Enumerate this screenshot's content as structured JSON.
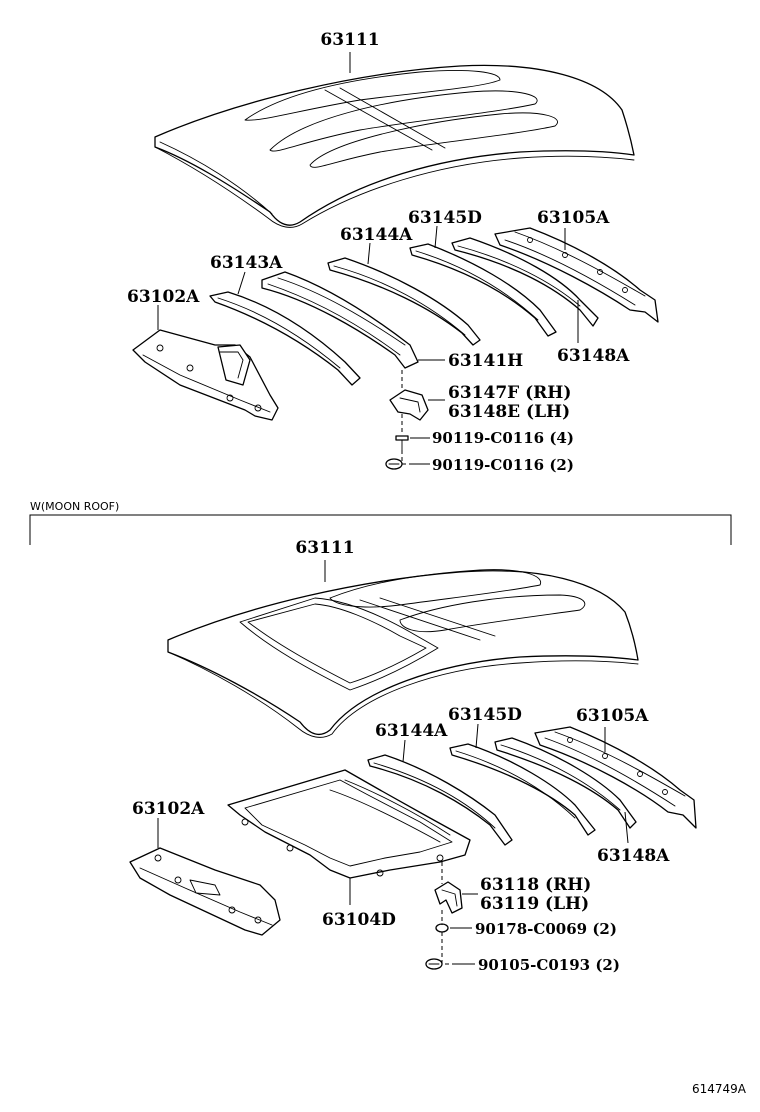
{
  "top": {
    "roof_panel": "63111",
    "rear_header": "63102A",
    "bow_1": "63143A",
    "bow_2": "63144A",
    "bow_3": "63145D",
    "front_header": "63105A",
    "bow_center": "63141H",
    "rail_side": "63148A",
    "bracket_rh": "63147F (RH)",
    "bracket_lh": "63148E (LH)",
    "screw_1": "90119-C0116 (4)",
    "screw_2": "90119-C0116 (2)"
  },
  "bottom": {
    "section_caption": "W(MOON ROOF)",
    "roof_panel": "63111",
    "rear_header": "63102A",
    "bow_2": "63144A",
    "bow_3": "63145D",
    "front_header": "63105A",
    "rail_side": "63148A",
    "housing": "63104D",
    "bracket_rh": "63118 (RH)",
    "bracket_lh": "63119 (LH)",
    "clip": "90178-C0069 (2)",
    "screw": "90105-C0193 (2)"
  },
  "figure_ref": "614749A"
}
